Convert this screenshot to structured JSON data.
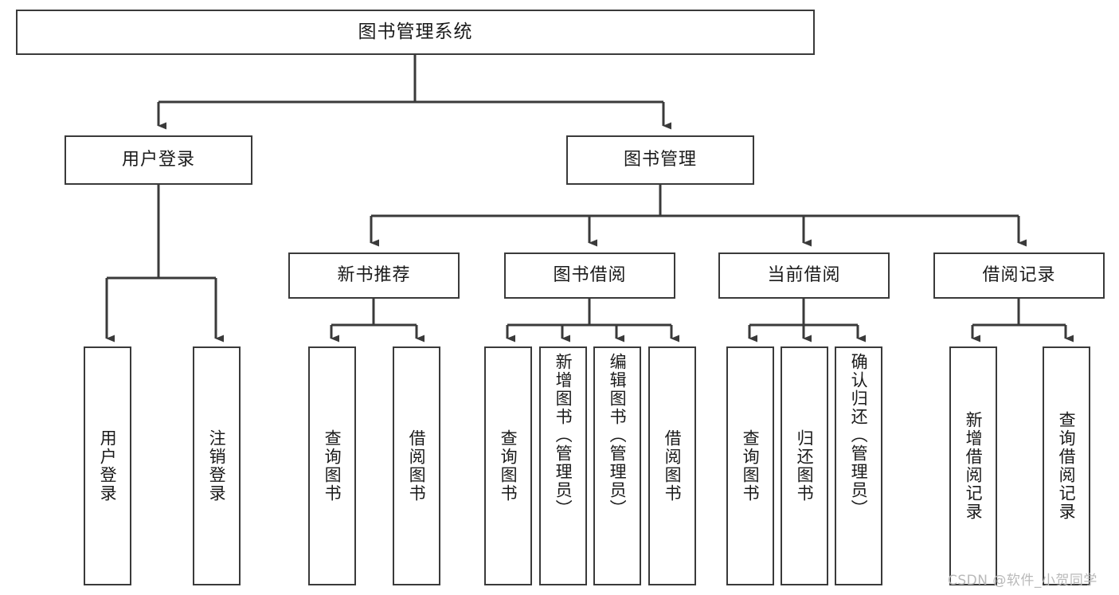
{
  "diagram": {
    "title": "图书管理系统",
    "type": "tree-hierarchy",
    "root": {
      "label": "图书管理系统",
      "level": 1
    },
    "level2": [
      {
        "label": "用户登录"
      },
      {
        "label": "图书管理"
      }
    ],
    "level3": [
      {
        "label": "新书推荐"
      },
      {
        "label": "图书借阅"
      },
      {
        "label": "当前借阅"
      },
      {
        "label": "借阅记录"
      }
    ],
    "leaves": {
      "user_login": [
        {
          "label": "用户登录"
        },
        {
          "label": "注销登录"
        }
      ],
      "new_book_recommend": [
        {
          "label": "查询图书"
        },
        {
          "label": "借阅图书"
        }
      ],
      "book_borrow": [
        {
          "label": "查询图书"
        },
        {
          "label": "新增图书（管理员）"
        },
        {
          "label": "编辑图书（管理员）"
        },
        {
          "label": "借阅图书"
        }
      ],
      "current_borrow": [
        {
          "label": "查询图书"
        },
        {
          "label": "归还图书"
        },
        {
          "label": "确认归还（管理员）"
        }
      ],
      "borrow_record": [
        {
          "label": "新增借阅记录"
        },
        {
          "label": "查询借阅记录"
        }
      ]
    }
  },
  "watermark": {
    "text": "CSDN @软件_小贺同学"
  },
  "colors": {
    "border": "#3a3a3a",
    "text": "#1a1a1a",
    "background": "#ffffff",
    "edge": "#3a3a3a",
    "watermark": "#b9b9b9"
  }
}
